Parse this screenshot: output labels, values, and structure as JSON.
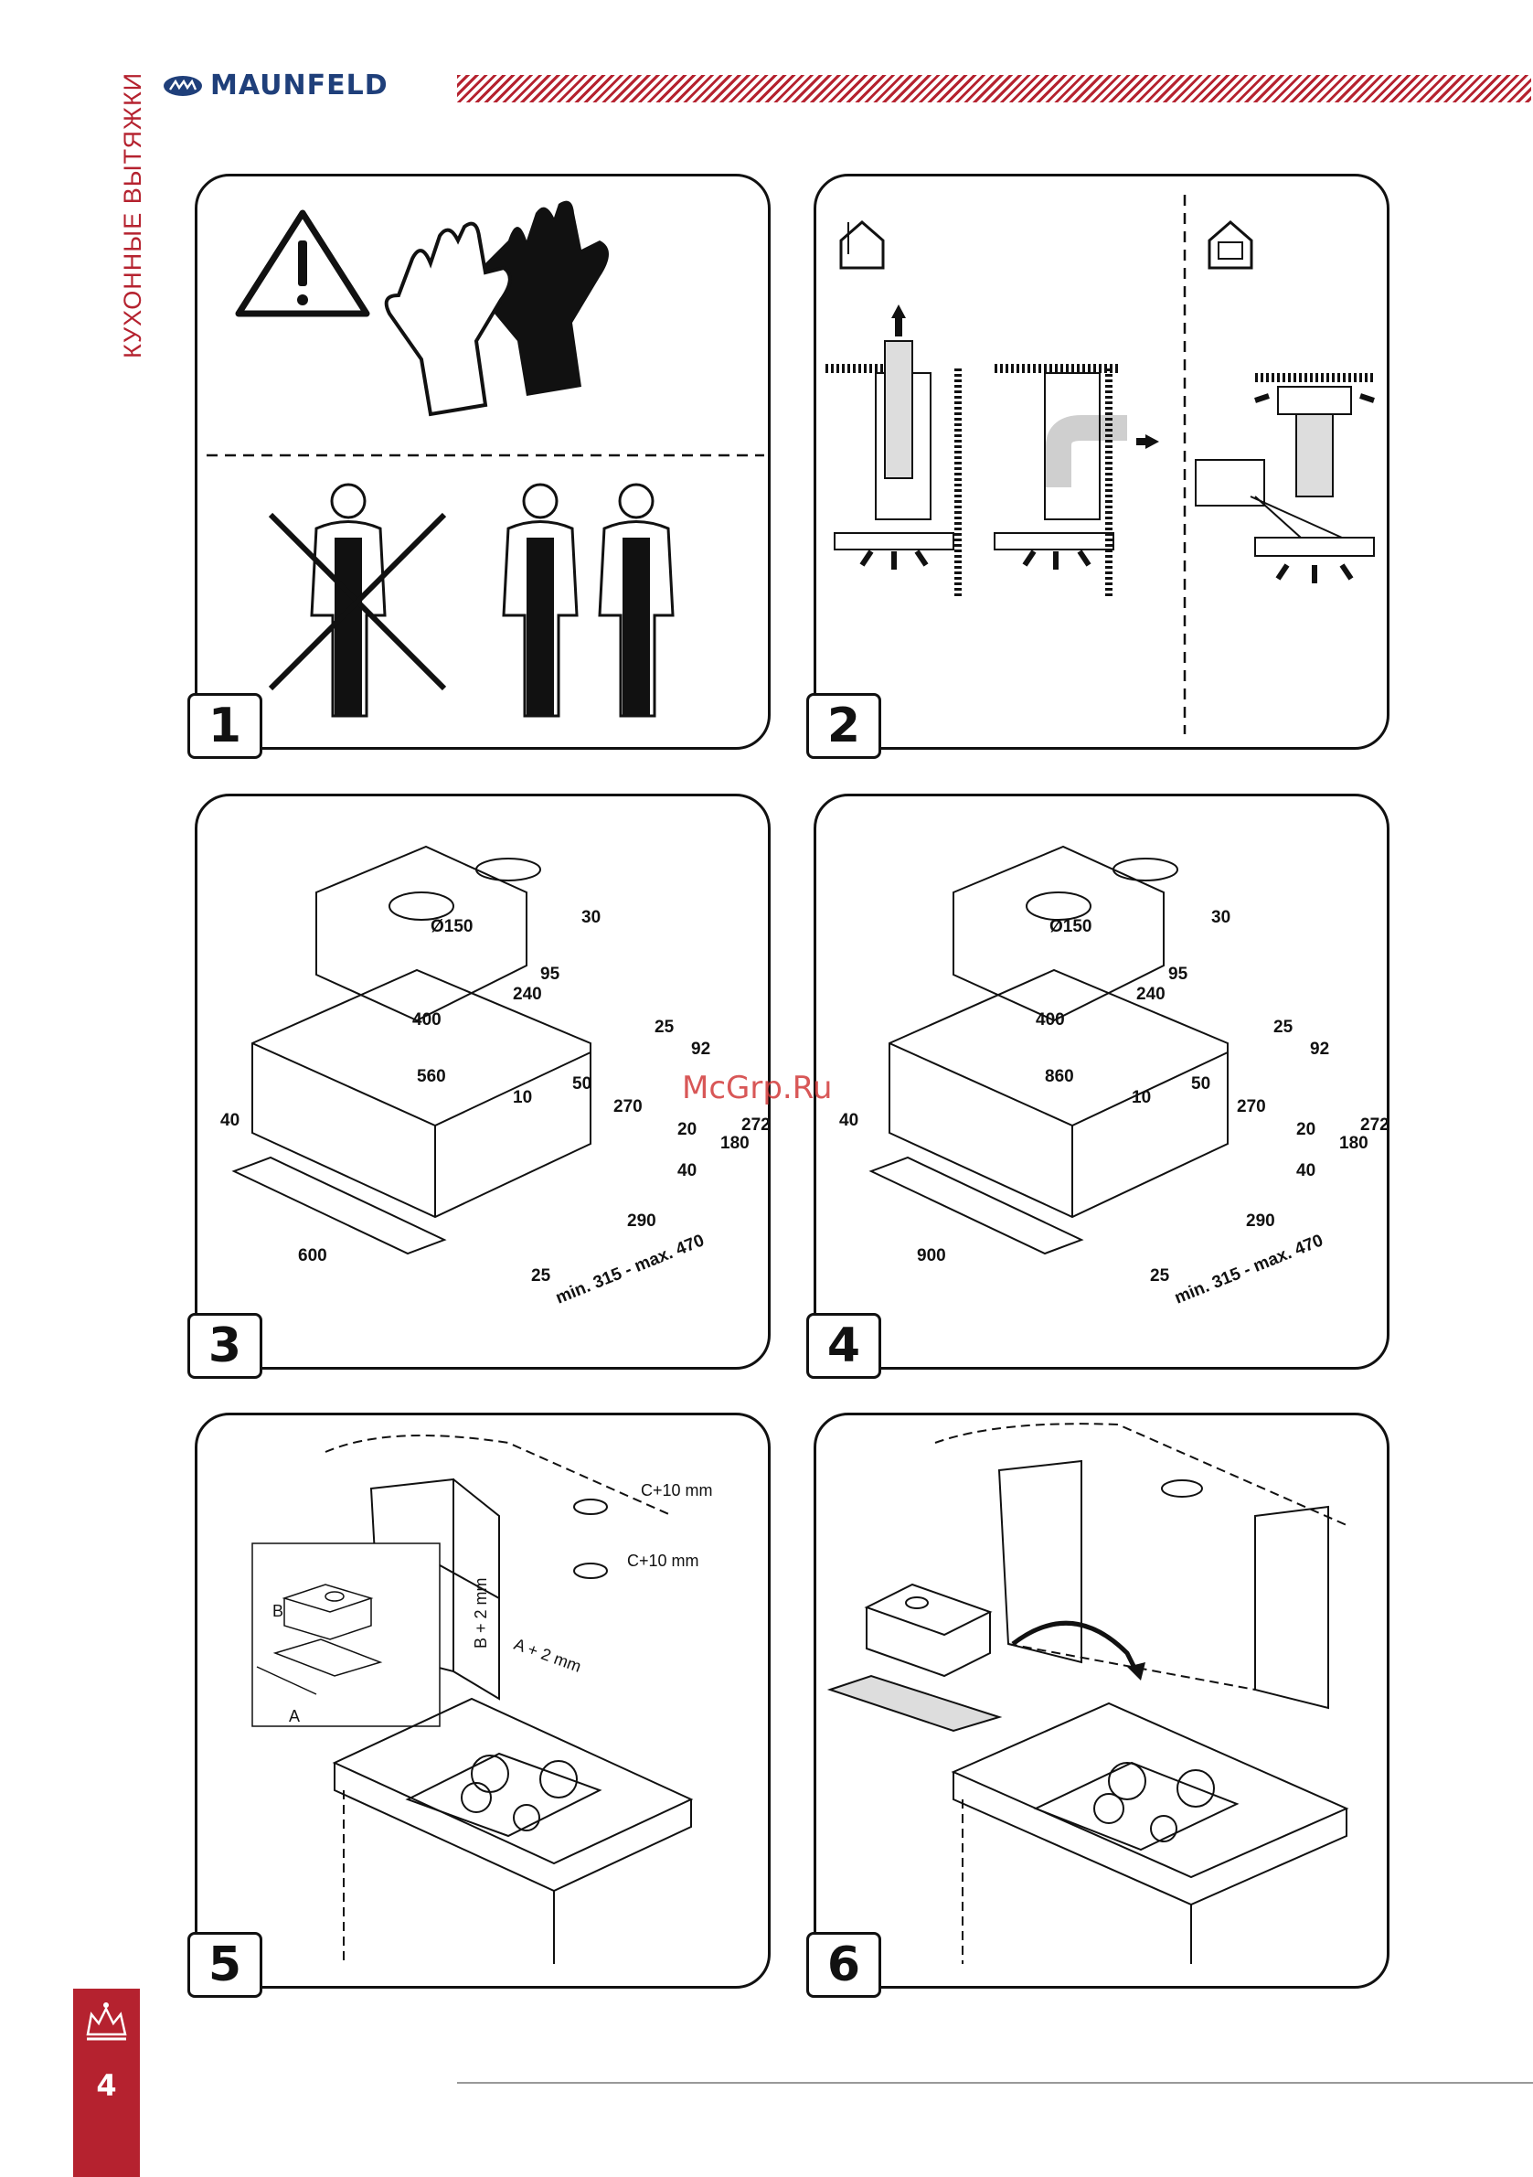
{
  "header": {
    "brand": "MAUNFELD",
    "section_title": "КУХОННЫЕ ВЫТЯЖКИ"
  },
  "watermark": "McGrp.Ru",
  "panels": {
    "p1": {
      "number": "1"
    },
    "p2": {
      "number": "2"
    },
    "p3": {
      "number": "3",
      "dims": {
        "d150": "Ø150",
        "d30": "30",
        "d95": "95",
        "d240": "240",
        "d400": "400",
        "d25a": "25",
        "d92": "92",
        "d560": "560",
        "d10": "10",
        "d50": "50",
        "d270": "270",
        "d40a": "40",
        "d20": "20",
        "d180": "180",
        "d272": "272",
        "d40b": "40",
        "d600": "600",
        "d290": "290",
        "d25b": "25",
        "range": "min. 315 - max. 470"
      }
    },
    "p4": {
      "number": "4",
      "dims": {
        "d150": "Ø150",
        "d30": "30",
        "d95": "95",
        "d240": "240",
        "d400": "400",
        "d25a": "25",
        "d92": "92",
        "d860": "860",
        "d10": "10",
        "d50": "50",
        "d270": "270",
        "d40a": "40",
        "d20": "20",
        "d180": "180",
        "d272": "272",
        "d40b": "40",
        "d900": "900",
        "d290": "290",
        "d25b": "25",
        "range": "min. 315 - max. 470"
      }
    },
    "p5": {
      "number": "5",
      "labels": {
        "c1": "C+10 mm",
        "c2": "C+10 mm",
        "b2": "B + 2 mm",
        "a2": "A + 2 mm",
        "b": "B",
        "a": "A"
      }
    },
    "p6": {
      "number": "6"
    }
  },
  "footer": {
    "page_number": "4"
  }
}
